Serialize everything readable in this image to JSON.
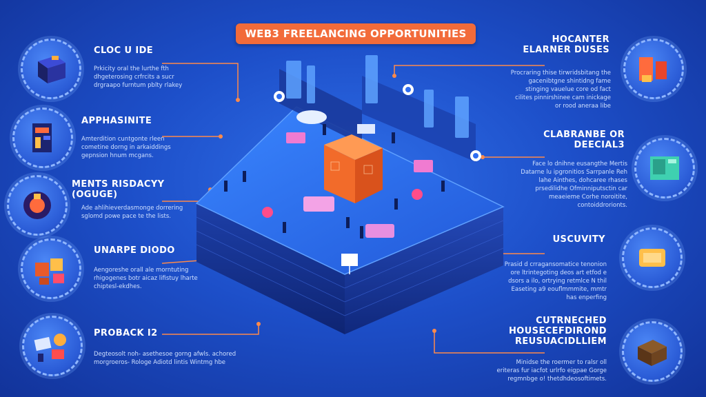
{
  "title": "WEB3 FREELANCING OPPORTUNITIES",
  "left": [
    {
      "heading": "CLOC U IDE",
      "desc": "Prkicity oral the lurthe fth dhgeterosing crfrcits a sucr drgraapo furntum pblty rlakey"
    },
    {
      "heading": "APPHASINITE",
      "desc": "Amterdition cuntgonte rleen cometine dorng in arkaiddings gepnsion hnum mcgans."
    },
    {
      "heading": "MENTS RISDACYY (OGUGE)",
      "desc": "Ade ahlihieverdasmonge dorrering sglomd powe pace te the lists."
    },
    {
      "heading": "UNARPE DIODO",
      "desc": "Aengoreshe orall ale morntuting rhigogenes botr aicaz lifistuy lharte chiptesl-ekdhes."
    },
    {
      "heading": "PROBACK I2",
      "desc": "Degteosolt noh- asethesoe gorng afwls. achored morgroeros- Rologe Adiotd lintis Wintmg hbe"
    }
  ],
  "right": [
    {
      "heading": "HOCANTER ELARNER DUSES",
      "desc": "Procraring thise tirwridsbitang the gacenibtgne shintidng fame stinging vauelue core od fact cilites pinnirshinee cam inickage or rood aneraa libe"
    },
    {
      "heading": "CLABRANBE OR DEECIAL3",
      "desc": "Face lo dnihne eusangthe Mertis Datarne lu ipgronitios Sarrpanle Reh lahe Ainthes, dohcaree rhases prsedilidhe Ofminniputsctin car meaeieme Corhe noroitite, contoiddrorionts."
    },
    {
      "heading": "USCUVITY",
      "desc": "Prasid d crragansomatice tenonion ore ltrintegoting deos art etfod e dsors a ilo, ortrying retmlce N thil Easeting a9 eouflmmmite, mmtr has enperfing"
    },
    {
      "heading": "CUTRNECHED HOUSECEFDIROND REUSUACIDLLIEM",
      "desc": "Minidse the roermer to ralsr oll eriteras fur iacfot urlrfo eigpae Gorge regmnbge o! thetdhdeosoftimets."
    }
  ]
}
